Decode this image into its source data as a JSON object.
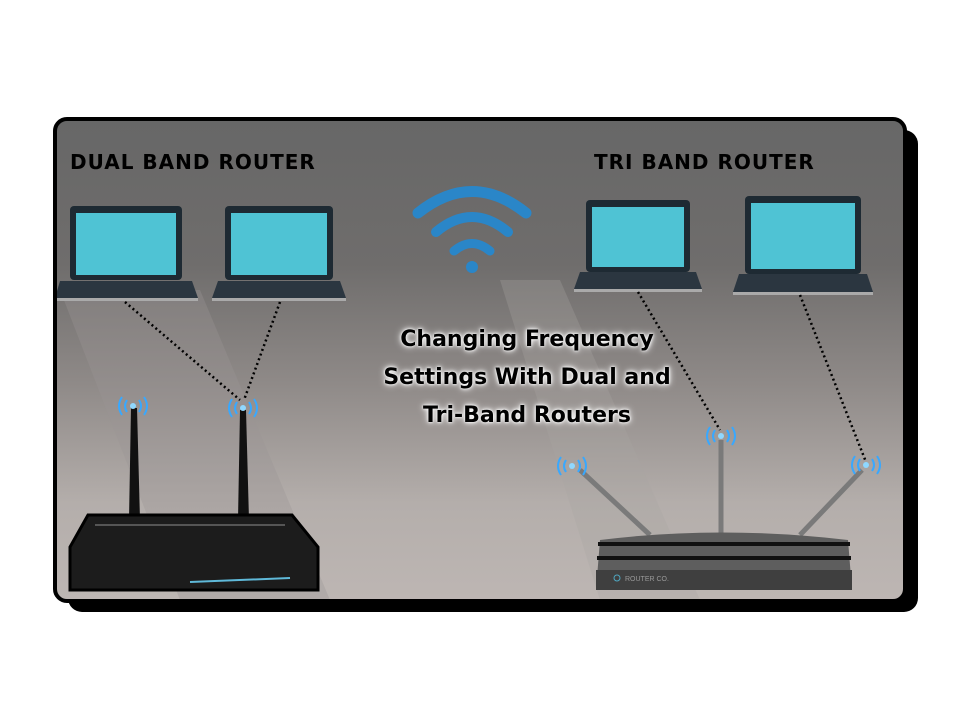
{
  "labels": {
    "dual": "DUAL BAND ROUTER",
    "tri": "TRI BAND ROUTER"
  },
  "title": {
    "line1": "Changing Frequency",
    "line2": "Settings With Dual and",
    "line3": "Tri-Band Routers"
  },
  "router_brand": "ROUTER CO.",
  "colors": {
    "screen": "#4fc3d4",
    "wifi": "#2a7fc0",
    "border": "#000000"
  }
}
